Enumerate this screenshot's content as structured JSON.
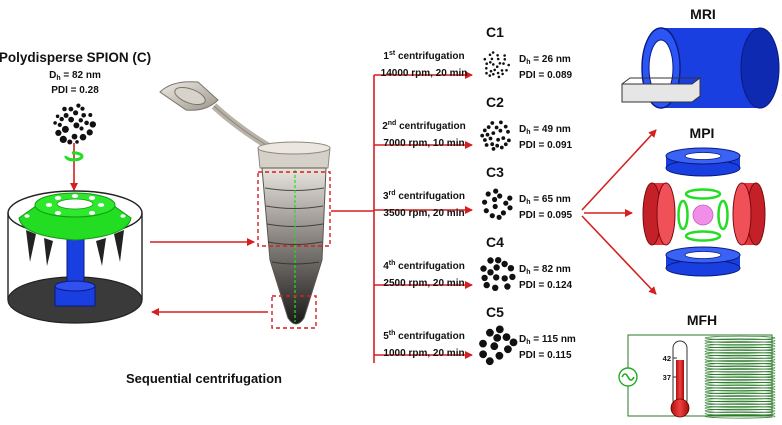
{
  "source": {
    "title": "Polydisperse SPION (C)",
    "dh_prefix": "D",
    "dh_sub": "h",
    "dh_value": " = 82 nm",
    "pdi": "PDI = 0.28"
  },
  "process_label": "Sequential centrifugation",
  "fractions": [
    {
      "label": "C1",
      "step_num": "1",
      "step_sup": "st",
      "step_word": " centrifugation",
      "conditions": "14000 rpm, 20 min",
      "dh_value": " = 26 nm",
      "pdi": "PDI = 0.089"
    },
    {
      "label": "C2",
      "step_num": "2",
      "step_sup": "nd",
      "step_word": " centrifugation",
      "conditions": "7000 rpm, 10 min",
      "dh_value": " = 49 nm",
      "pdi": "PDI = 0.091"
    },
    {
      "label": "C3",
      "step_num": "3",
      "step_sup": "rd",
      "step_word": " centrifugation",
      "conditions": "3500 rpm, 20 min",
      "dh_value": " = 65 nm",
      "pdi": "PDI = 0.095"
    },
    {
      "label": "C4",
      "step_num": "4",
      "step_sup": "th",
      "step_word": " centrifugation",
      "conditions": "2500 rpm, 20 min",
      "dh_value": " = 82 nm",
      "pdi": "PDI = 0.124"
    },
    {
      "label": "C5",
      "step_num": "5",
      "step_sup": "th",
      "step_word": " centrifugation",
      "conditions": "1000 rpm, 20 min",
      "dh_value": " = 115 nm",
      "pdi": "PDI = 0.115"
    }
  ],
  "applications": {
    "mri": "MRI",
    "mpi": "MPI",
    "mfh": "MFH",
    "temp_high": "42",
    "temp_low": "37"
  },
  "colors": {
    "arrow": "#d42020",
    "green": "#22dd22",
    "blue": "#1a3fe0",
    "red": "#e8323c",
    "pink": "#f08ee8"
  }
}
